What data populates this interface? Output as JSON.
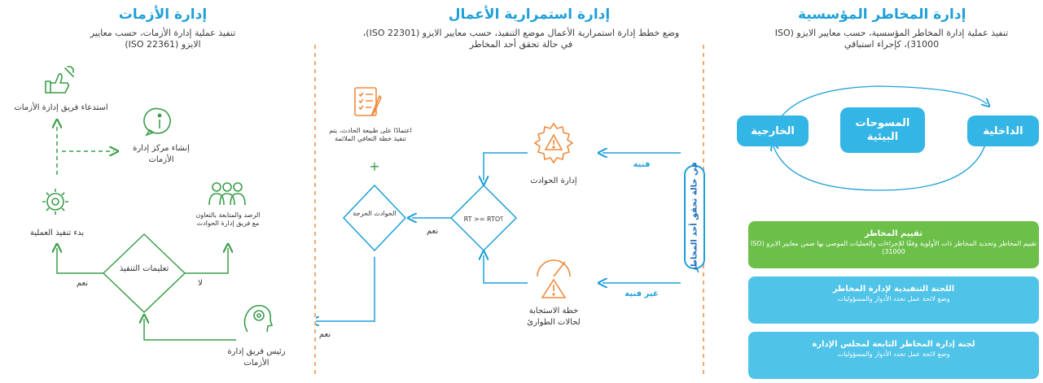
{
  "crisis": {
    "title": "إدارة الأزمات",
    "subtitle": "تنفيذ عملية إدارة الأزمات، حسب معايير الايزو (ISO 22361)",
    "call_team": "استدعاء فريق إدارة الأزمات",
    "create_center": "إنشاء مركز إدارة الأزمات",
    "start_process": "بدء تنفيذ العملية",
    "monitoring": "الرصد والمتابعة بالتعاون مع فريق إدارة الحوادث",
    "instructions": "تعليمات التنفيذ",
    "yes": "نعم",
    "no": "لا",
    "team_head": "رئيس فريق إدارة الأزمات"
  },
  "continuity": {
    "title": "إدارة استمرارية الأعمال",
    "subtitle": "وضع خطط إدارة استمرارية الأعمال موضع التنفيذ، حسب معايير الايزو (ISO 22301)، في حالة تحقق أحد المخاطر",
    "recovery_plan": "اعتمادًا على طبيعة الحادث، يتم تنفيذ خطة التعافي الملائمة",
    "plus": "+",
    "critical_incidents": "الحوادث الحرجة",
    "rt_rto": "RT >= RTO؟",
    "yes": "نعم",
    "incident_mgmt": "إدارة الحوادث",
    "emergency_plan": "خطة الاستجابة لحالات الطوارئ",
    "technical": "فنية",
    "non_technical": "غير فنية",
    "in_case": "في حالة تحقق أحد المخاطر",
    "yes_bottom": "نعم"
  },
  "enterprise": {
    "title": "إدارة المخاطر المؤسسية",
    "subtitle": "تنفيذ عملية إدارة المخاطر المؤسسية، حسب معايير الايزو (ISO 31000)، كإجراء استباقي",
    "external": "الخارجية",
    "environment_surveys": "المسوحات البيئية",
    "internal": "الداخلية",
    "cards": [
      {
        "title": "تقييم المخاطر",
        "body": "تقييم المخاطر وتحديد المخاطر ذات الأولوية وفقًا للإجراءات والعمليات الموصى بها ضمن معايير الايزو (ISO 31000)",
        "color": "#6cc04a"
      },
      {
        "title": "اللجنة التنفيذية لإدارة المخاطر",
        "body": "وضع لائحة عمل تحدد الأدوار والمسؤوليات",
        "color": "#4fc3e8"
      },
      {
        "title": "لجنة إدارة المخاطر التابعة لمجلس الإدارة",
        "body": "وضع لائحة عمل تحدد الأدوار والمسؤوليات",
        "color": "#4fc3e8"
      }
    ]
  },
  "colors": {
    "green": "#3a9e4a",
    "blue": "#1e9fd8",
    "orange": "#f08a3c",
    "light_blue": "#33b5e5"
  }
}
